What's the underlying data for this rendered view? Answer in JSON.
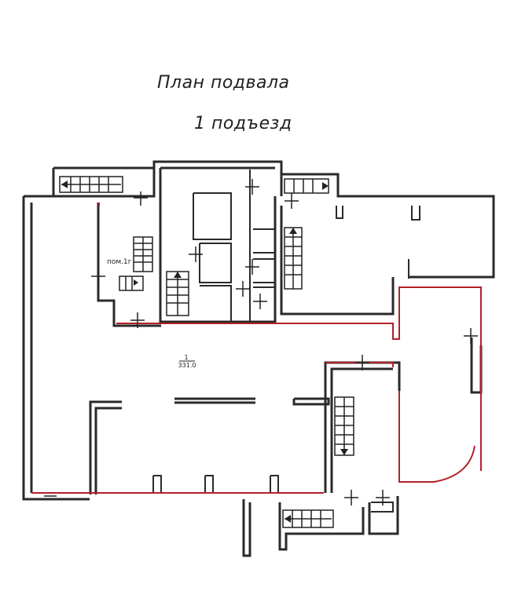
{
  "plan": {
    "title": "План подвала",
    "subtitle": "1 подъезд",
    "room_label_small": "пом.1г",
    "room_number": "1",
    "room_area": "331.0"
  }
}
